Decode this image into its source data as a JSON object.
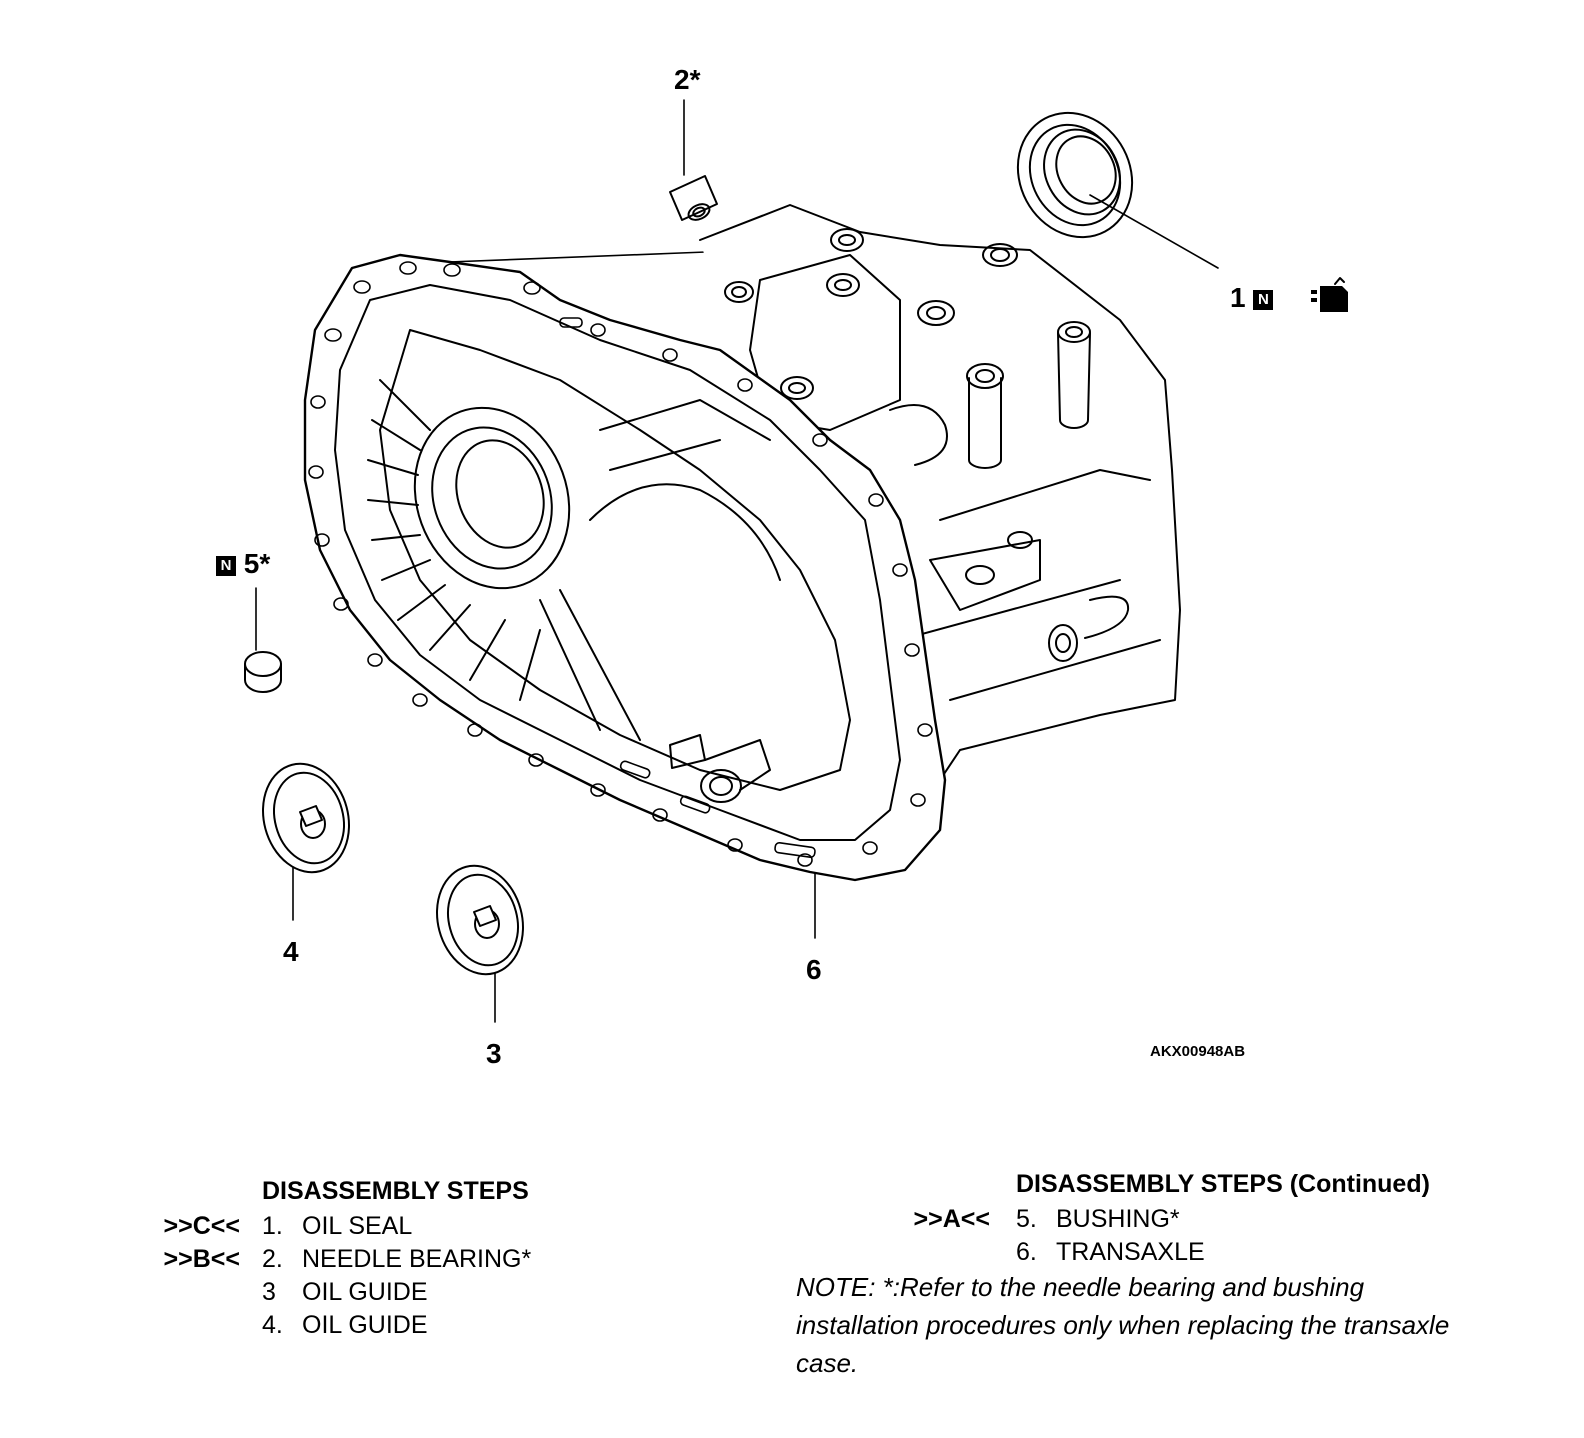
{
  "callouts": [
    {
      "id": "c2",
      "label": "2*"
    },
    {
      "id": "c1",
      "label": "1"
    },
    {
      "id": "c5",
      "label": "5*"
    },
    {
      "id": "c4",
      "label": "4"
    },
    {
      "id": "c3",
      "label": "3"
    },
    {
      "id": "c6",
      "label": "6"
    }
  ],
  "badge_letter": "N",
  "figure_code": "AKX00948AB",
  "steps_left": {
    "title": "DISASSEMBLY STEPS",
    "items": [
      {
        "mark": ">>C<<",
        "num": "1.",
        "label": "OIL SEAL"
      },
      {
        "mark": ">>B<<",
        "num": "2.",
        "label": "NEEDLE BEARING*"
      },
      {
        "mark": "",
        "num": "3",
        "label": "OIL GUIDE"
      },
      {
        "mark": "",
        "num": "4.",
        "label": "OIL GUIDE"
      }
    ]
  },
  "steps_right": {
    "title": "DISASSEMBLY STEPS (Continued)",
    "items": [
      {
        "mark": ">>A<<",
        "num": "5.",
        "label": "BUSHING*"
      },
      {
        "mark": "",
        "num": "6.",
        "label": "TRANSAXLE"
      }
    ]
  },
  "note": "NOTE: *:Refer to the needle bearing and bushing installation procedures only when replacing the transaxle case.",
  "icons": {
    "new_part": "new-part-badge-icon",
    "grease": "grease-can-icon"
  }
}
